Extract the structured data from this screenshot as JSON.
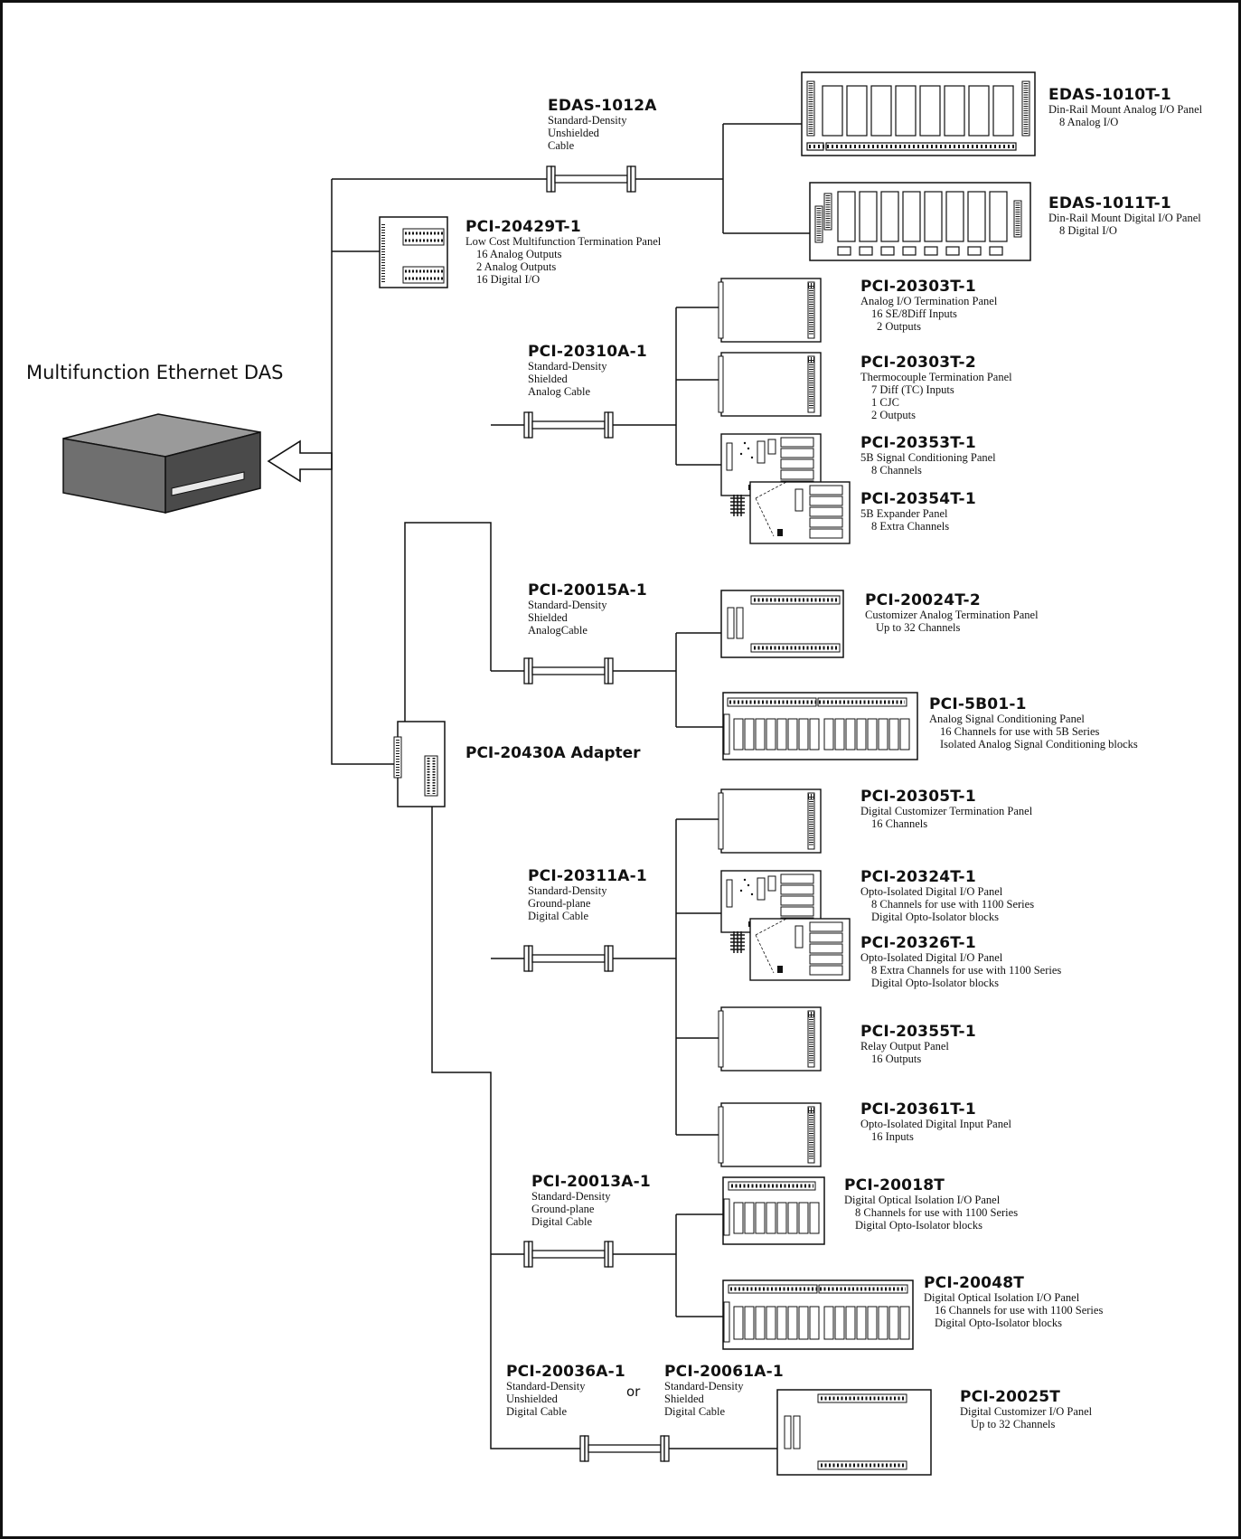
{
  "title": "Multifunction Ethernet DAS",
  "or_text": "or",
  "adapter": {
    "title": "PCI-20430A Adapter"
  },
  "cables": {
    "edas_1012a": {
      "title": "EDAS-1012A",
      "lines": [
        "Standard-Density",
        "Unshielded",
        "Cable"
      ]
    },
    "pci_20310a_1": {
      "title": "PCI-20310A-1",
      "lines": [
        "Standard-Density",
        "Shielded",
        "Analog  Cable"
      ]
    },
    "pci_20015a_1": {
      "title": "PCI-20015A-1",
      "lines": [
        "Standard-Density",
        "Shielded",
        "AnalogCable"
      ]
    },
    "pci_20311a_1": {
      "title": "PCI-20311A-1",
      "lines": [
        "Standard-Density",
        "Ground-plane",
        "Digital Cable"
      ]
    },
    "pci_20013a_1": {
      "title": "PCI-20013A-1",
      "lines": [
        "Standard-Density",
        "Ground-plane",
        "Digital Cable"
      ]
    },
    "pci_20036a_1": {
      "title": "PCI-20036A-1",
      "lines": [
        "Standard-Density",
        "Unshielded",
        "Digital Cable"
      ]
    },
    "pci_20061a_1": {
      "title": "PCI-20061A-1",
      "lines": [
        "Standard-Density",
        "Shielded",
        "Digital Cable"
      ]
    }
  },
  "panels": {
    "edas_1010t_1": {
      "title": "EDAS-1010T-1",
      "lines": [
        "Din-Rail Mount Analog  I/O Panel",
        "8 Analog I/O"
      ]
    },
    "edas_1011t_1": {
      "title": "EDAS-1011T-1",
      "lines": [
        "Din-Rail Mount Digital I/O Panel",
        "8 Digital I/O"
      ]
    },
    "pci_20429t_1": {
      "title": "PCI-20429T-1",
      "lines": [
        "Low Cost Multifunction Termination Panel",
        "16 Analog Outputs",
        "2 Analog Outputs",
        "16 Digital I/O"
      ]
    },
    "pci_20303t_1": {
      "title": "PCI-20303T-1",
      "lines": [
        "Analog I/O Termination Panel",
        "16 SE/8Diff Inputs",
        "2 Outputs"
      ]
    },
    "pci_20303t_2": {
      "title": "PCI-20303T-2",
      "lines": [
        "Thermocouple Termination Panel",
        "7 Diff (TC) Inputs",
        "1 CJC",
        "2 Outputs"
      ]
    },
    "pci_20353t_1": {
      "title": "PCI-20353T-1",
      "lines": [
        "5B Signal Conditioning Panel",
        "8 Channels"
      ]
    },
    "pci_20354t_1": {
      "title": "PCI-20354T-1",
      "lines": [
        "5B Expander Panel",
        "8 Extra Channels"
      ]
    },
    "pci_20024t_2": {
      "title": "PCI-20024T-2",
      "lines": [
        "Customizer Analog Termination Panel",
        "Up to 32 Channels"
      ]
    },
    "pci_5b01_1": {
      "title": "PCI-5B01-1",
      "lines": [
        "Analog Signal Conditioning Panel",
        "16 Channels for use with 5B Series",
        "Isolated Analog Signal Conditioning blocks"
      ]
    },
    "pci_20305t_1": {
      "title": "PCI-20305T-1",
      "lines": [
        "Digital Customizer Termination Panel",
        "16 Channels"
      ]
    },
    "pci_20324t_1": {
      "title": "PCI-20324T-1",
      "lines": [
        "Opto-Isolated Digital I/O Panel",
        "8 Channels for use with 1100 Series",
        "Digital Opto-Isolator blocks"
      ]
    },
    "pci_20326t_1": {
      "title": "PCI-20326T-1",
      "lines": [
        "Opto-Isolated Digital I/O Panel",
        "8 Extra Channels for use with 1100 Series",
        "Digital Opto-Isolator blocks"
      ]
    },
    "pci_20355t_1": {
      "title": "PCI-20355T-1",
      "lines": [
        "Relay Output Panel",
        "16 Outputs"
      ]
    },
    "pci_20361t_1": {
      "title": "PCI-20361T-1",
      "lines": [
        "Opto-Isolated Digital Input Panel",
        "16 Inputs"
      ]
    },
    "pci_20018t": {
      "title": "PCI-20018T",
      "lines": [
        "Digital Optical Isolation I/O Panel",
        "8 Channels for use with 1100 Series",
        "Digital Opto-Isolator blocks"
      ]
    },
    "pci_20048t": {
      "title": "PCI-20048T",
      "lines": [
        "Digital Optical Isolation I/O Panel",
        "16 Channels for use with 1100 Series",
        "Digital Opto-Isolator blocks"
      ]
    },
    "pci_20025t": {
      "title": "PCI-20025T",
      "lines": [
        "Digital Customizer I/O Panel",
        "Up to 32 Channels"
      ]
    }
  }
}
